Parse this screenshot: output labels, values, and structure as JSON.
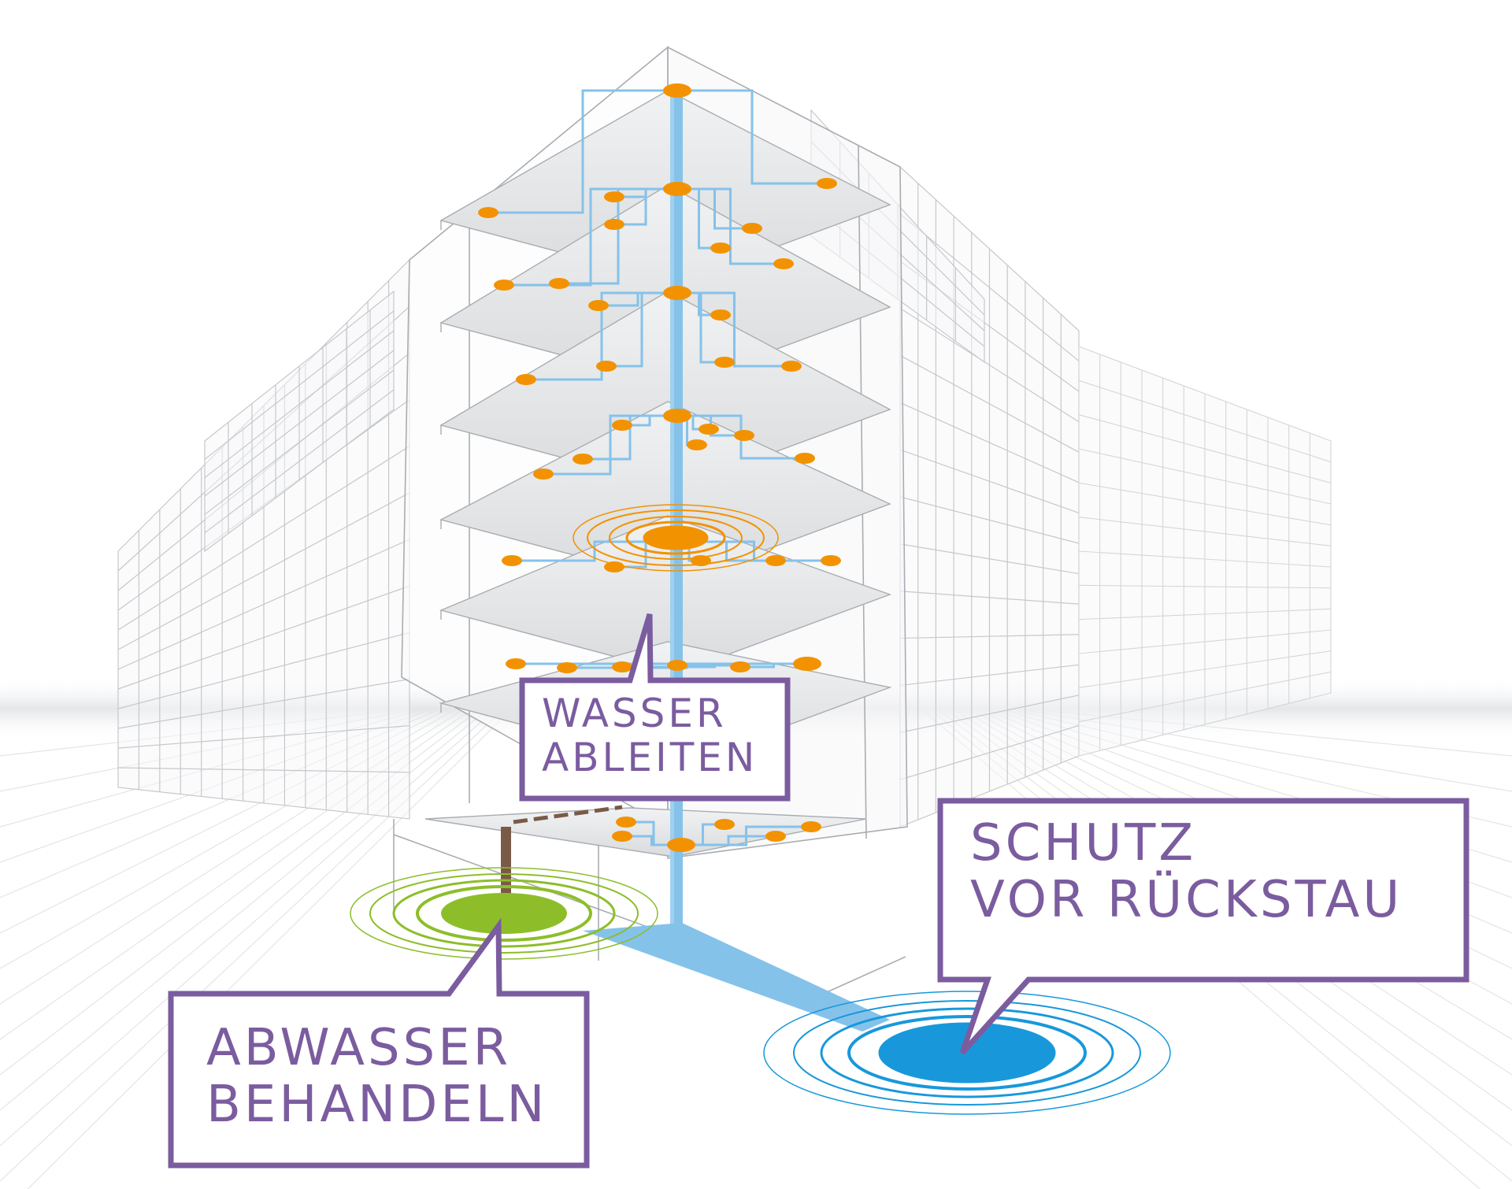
{
  "colors": {
    "callout": "#7B5C9F",
    "pipe_blue": "#85C2EA",
    "fixture_orange": "#F39200",
    "treatment_green": "#8DBE2A",
    "backflow_blue": "#1898DB",
    "drain_brown": "#7A5A47",
    "wireframe": "#B9BDC1"
  },
  "callouts": {
    "wasser": "WASSER\nABLEITEN",
    "schutz": "SCHUTZ\nVOR RÜCKSTAU",
    "abwasser": "ABWASSER\nBEHANDELN"
  },
  "icons": {
    "fixtures": "orange-drain-point-icon",
    "ripple_orange": "orange-ripple-icon",
    "ripple_green": "green-ripple-icon",
    "ripple_blue": "blue-ripple-icon"
  }
}
